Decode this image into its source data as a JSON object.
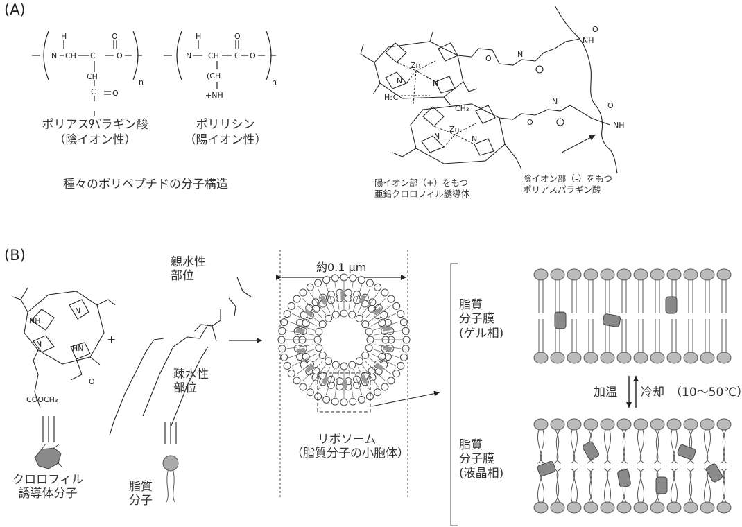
{
  "panel_a": {
    "label": "(A)",
    "monomer_1": {
      "nh": "N",
      "h": "H",
      "ch": "CH",
      "c": "C",
      "o": "O",
      "ch2": "CH",
      "c2": "C",
      "o2": "O",
      "o3": "O⁻",
      "n": "n"
    },
    "monomer_2": {
      "nh": "N",
      "h": "H",
      "ch": "CH",
      "c": "C",
      "o": "O",
      "chain": "(CH",
      "nh3": "+NH",
      "n": "n"
    },
    "polymer_1": {
      "name": "ポリアスパラギン酸",
      "charge": "（陰イオン性）"
    },
    "polymer_2": {
      "name": "ポリリシン",
      "charge": "（陽イオン性）"
    },
    "caption": "種々のポリペプチドの分子構造",
    "complex_label_cation": "陽イオン部（+）をもつ\n亜鉛クロロフィル誘導体",
    "complex_label_anion": "陰イオン部（-）をもつ\nポリアスパラギン酸",
    "atoms": {
      "zn": "Zn",
      "n": "N",
      "o": "O",
      "nh": "NH",
      "h3c": "H₃C",
      "ch3": "CH₃"
    }
  },
  "panel_b": {
    "label": "(B)",
    "hydrophilic": "親水性\n部位",
    "hydrophobic": "疎水性\n部位",
    "plus": "+",
    "size": "約0.1 µm",
    "liposome": "リポソーム\n（脂質分子の小胞体）",
    "chlorophyll_label": "クロロフィル\n誘導体分子",
    "lipid_label": "脂質\n分子",
    "gel_phase": "脂質\n分子膜\n(ゲル相)",
    "liquid_phase": "脂質\n分子膜\n(液晶相)",
    "heat": "加温",
    "cool": "冷却",
    "range": "（10〜50℃）",
    "atoms": {
      "nh": "NH",
      "n": "N",
      "hn": "HN",
      "o": "O",
      "cooch3": "COOCH₃"
    }
  }
}
